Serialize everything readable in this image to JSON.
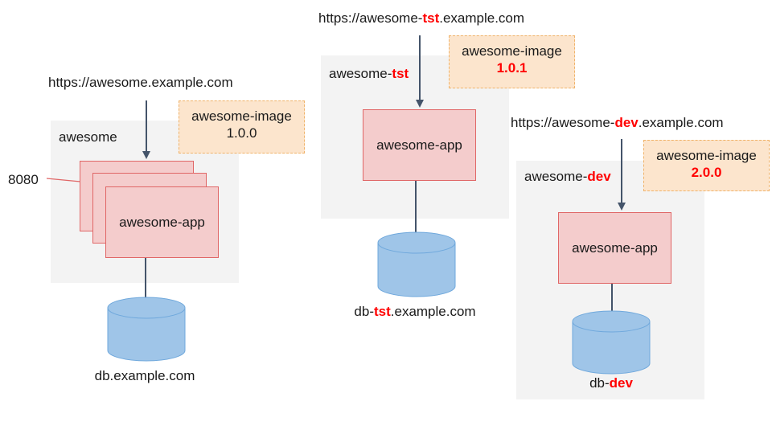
{
  "environments": {
    "prod": {
      "name": "awesome",
      "name_highlight": "",
      "url_prefix": "https://awesome",
      "url_highlight": "",
      "url_suffix": ".example.com",
      "image_name": "awesome-image",
      "image_version": "1.0.0",
      "app_label": "awesome-app",
      "replica_label": "awesome-app",
      "port": "8080",
      "db_prefix": "db",
      "db_highlight": "",
      "db_suffix": ".example.com"
    },
    "tst": {
      "name": "awesome-",
      "name_highlight": "tst",
      "url_prefix": "https://awesome-",
      "url_highlight": "tst",
      "url_suffix": ".example.com",
      "image_name": "awesome-image",
      "image_version": "1.0.1",
      "app_label": "awesome-app",
      "db_prefix": "db-",
      "db_highlight": "tst",
      "db_suffix": ".example.com"
    },
    "dev": {
      "name": "awesome-",
      "name_highlight": "dev",
      "url_prefix": "https://awesome-",
      "url_highlight": "dev",
      "url_suffix": ".example.com",
      "image_name": "awesome-image",
      "image_version": "2.0.0",
      "app_label": "awesome-app",
      "db_prefix": "db-",
      "db_highlight": "dev",
      "db_suffix": ""
    }
  },
  "colors": {
    "env_background": "#f3f3f3",
    "app_fill": "#f4cccc",
    "app_border": "#e06666",
    "image_note_fill": "#fce5cd",
    "db_fill": "#9fc5e8",
    "db_border": "#6fa8dc",
    "highlight": "#ff0000",
    "arrow": "#44546a"
  }
}
